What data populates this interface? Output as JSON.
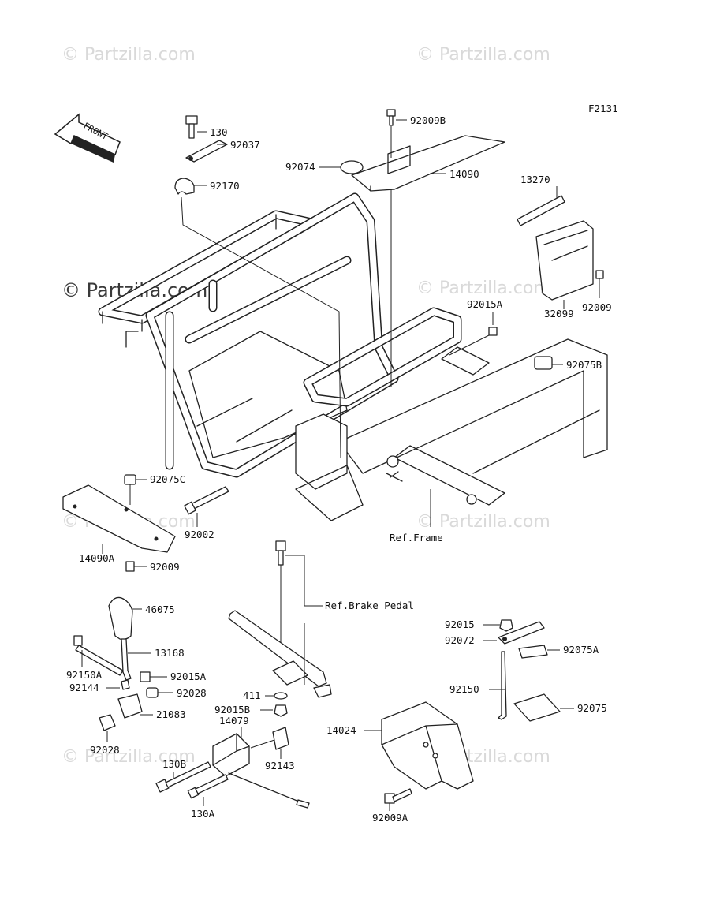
{
  "figure_code": "F2131",
  "watermark": "© Partzilla.com",
  "front_label": "FRONT",
  "part_labels": {
    "p130": "130",
    "p92037": "92037",
    "p92170": "92170",
    "p92009B": "92009B",
    "p92074": "92074",
    "p14090": "14090",
    "p13270": "13270",
    "p32099": "32099",
    "p92009_top": "92009",
    "p92015A_top": "92015A",
    "p92075B": "92075B",
    "p92075C": "92075C",
    "p92002": "92002",
    "p14090A": "14090A",
    "p92009_left": "92009",
    "ref_frame": "Ref.Frame",
    "ref_brake": "Ref.Brake Pedal",
    "p46075": "46075",
    "p13168": "13168",
    "p92150A": "92150A",
    "p92015A_low": "92015A",
    "p92144": "92144",
    "p92028_a": "92028",
    "p21083": "21083",
    "p92028_b": "92028",
    "p411": "411",
    "p92015B": "92015B",
    "p14079": "14079",
    "p92143": "92143",
    "p130B": "130B",
    "p130A": "130A",
    "p92015": "92015",
    "p92072": "92072",
    "p92075A": "92075A",
    "p92150": "92150",
    "p92075": "92075",
    "p14024": "14024",
    "p92009A": "92009A"
  }
}
